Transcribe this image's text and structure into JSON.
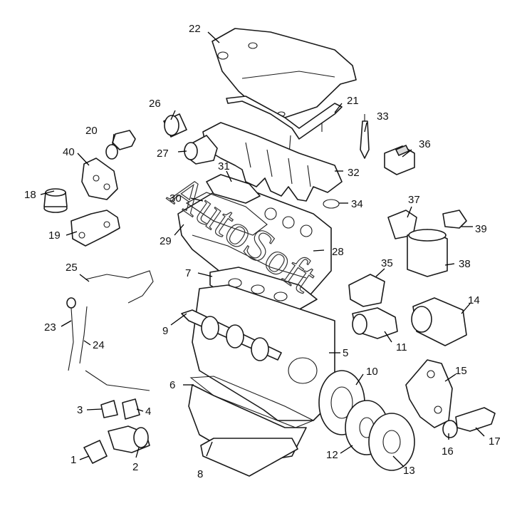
{
  "watermark": "AutoSoft",
  "callouts": [
    {
      "id": "c1",
      "label": "1"
    },
    {
      "id": "c2",
      "label": "2"
    },
    {
      "id": "c3",
      "label": "3"
    },
    {
      "id": "c4",
      "label": "4"
    },
    {
      "id": "c5",
      "label": "5"
    },
    {
      "id": "c6",
      "label": "6"
    },
    {
      "id": "c7",
      "label": "7"
    },
    {
      "id": "c8",
      "label": "8"
    },
    {
      "id": "c9",
      "label": "9"
    },
    {
      "id": "c10",
      "label": "10"
    },
    {
      "id": "c11",
      "label": "11"
    },
    {
      "id": "c12",
      "label": "12"
    },
    {
      "id": "c13",
      "label": "13"
    },
    {
      "id": "c14",
      "label": "14"
    },
    {
      "id": "c15",
      "label": "15"
    },
    {
      "id": "c16",
      "label": "16"
    },
    {
      "id": "c17",
      "label": "17"
    },
    {
      "id": "c18",
      "label": "18"
    },
    {
      "id": "c19",
      "label": "19"
    },
    {
      "id": "c20",
      "label": "20"
    },
    {
      "id": "c21",
      "label": "21"
    },
    {
      "id": "c22",
      "label": "22"
    },
    {
      "id": "c23",
      "label": "23"
    },
    {
      "id": "c24",
      "label": "24"
    },
    {
      "id": "c25",
      "label": "25"
    },
    {
      "id": "c26",
      "label": "26"
    },
    {
      "id": "c27",
      "label": "27"
    },
    {
      "id": "c28",
      "label": "28"
    },
    {
      "id": "c29",
      "label": "29"
    },
    {
      "id": "c30",
      "label": "30"
    },
    {
      "id": "c31",
      "label": "31"
    },
    {
      "id": "c32",
      "label": "32"
    },
    {
      "id": "c33",
      "label": "33"
    },
    {
      "id": "c34",
      "label": "34"
    },
    {
      "id": "c35",
      "label": "35"
    },
    {
      "id": "c36",
      "label": "36"
    },
    {
      "id": "c37",
      "label": "37"
    },
    {
      "id": "c38",
      "label": "38"
    },
    {
      "id": "c39",
      "label": "39"
    },
    {
      "id": "c40",
      "label": "40"
    }
  ]
}
